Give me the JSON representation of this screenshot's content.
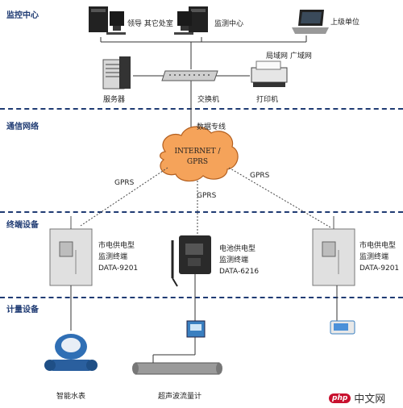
{
  "sections": {
    "monitoring": "监控中心",
    "network": "通信网络",
    "terminal": "终端设备",
    "metering": "计量设备"
  },
  "monitoring": {
    "pc1_label": "领导 其它处室",
    "pc2_label": "监测中心",
    "laptop_label": "上级单位",
    "lan_label": "局域网 广域网",
    "server_label": "服务器",
    "switch_label": "交换机",
    "printer_label": "打印机"
  },
  "network": {
    "line_label": "数据专线",
    "cloud_line1": "INTERNET /",
    "cloud_line2": "GPRS",
    "gprs_left": "GPRS",
    "gprs_mid": "GPRS",
    "gprs_right": "GPRS"
  },
  "terminals": [
    {
      "line1": "市电供电型",
      "line2": "监测终端",
      "line3": "DATA-9201"
    },
    {
      "line1": "电池供电型",
      "line2": "监测终端",
      "line3": "DATA-6216"
    },
    {
      "line1": "市电供电型",
      "line2": "监测终端",
      "line3": "DATA-9201"
    }
  ],
  "metering": {
    "water_meter_label": "智能水表",
    "ultrasonic_label": "超声波流量计"
  },
  "watermark": {
    "logo": "php",
    "site": "中文网"
  },
  "colors": {
    "section_text": "#1f3b73",
    "divider": "#1f3b73",
    "cloud_fill": "#f5a35a"
  }
}
